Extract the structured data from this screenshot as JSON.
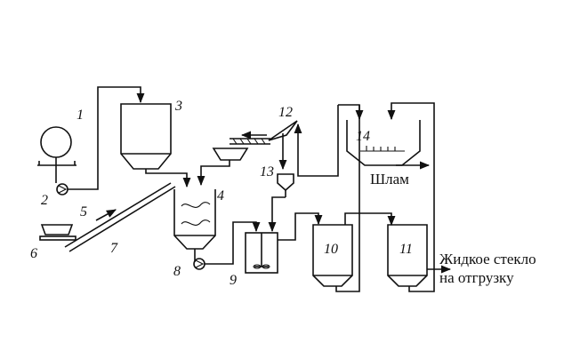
{
  "equipment_numbers": [
    "1",
    "2",
    "3",
    "4",
    "5",
    "6",
    "7",
    "8",
    "9",
    "10",
    "11",
    "12",
    "13",
    "14"
  ],
  "labels": {
    "sludge": "Шлам",
    "product_line1": "Жидкое стекло",
    "product_line2": "на отгрузку"
  }
}
